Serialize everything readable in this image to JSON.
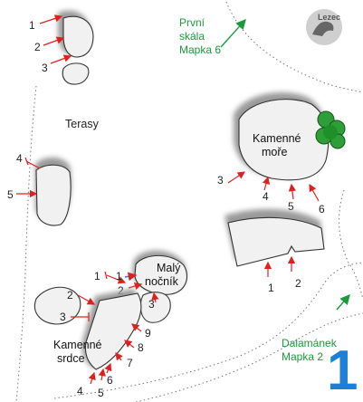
{
  "logo": {
    "text": "Lezec",
    "icon": "climber-logo-icon"
  },
  "labels": {
    "terasy": "Terasy",
    "prvni_skala": [
      "První",
      "skála",
      "Mapka 6"
    ],
    "dalamanek": [
      "Dalamánek",
      "Mapka 2"
    ],
    "map_number": "1"
  },
  "rocks": {
    "kamenne_more": [
      "Kamenné",
      "moře"
    ],
    "maly_nocnik": [
      "Malý",
      "nočník"
    ],
    "kamenne_srdce": [
      "Kamenné",
      "srdce"
    ]
  },
  "route_numbers": {
    "top_rock": [
      "1",
      "2",
      "3"
    ],
    "left_rock": [
      "4",
      "5"
    ],
    "kamenne_more": [
      "3",
      "4",
      "5",
      "6"
    ],
    "right_rock": [
      "1",
      "2"
    ],
    "maly_nocnik": [
      "1",
      "1",
      "2",
      "3"
    ],
    "kamenne_srdce": [
      "2",
      "3",
      "4",
      "5",
      "6",
      "7",
      "8",
      "9"
    ]
  },
  "colors": {
    "route_arrow": "#e02020",
    "link_green": "#1a9a3a",
    "map_number": "#1e7fd6",
    "tree": "#1f8f2a"
  }
}
